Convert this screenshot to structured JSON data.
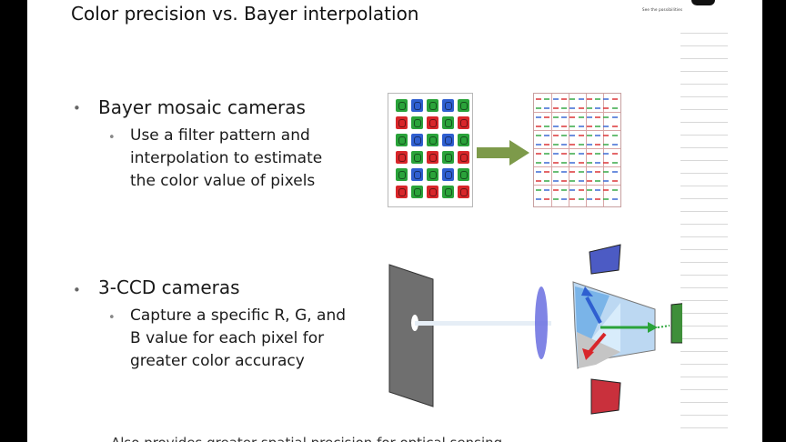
{
  "slide": {
    "title": "Color precision vs. Bayer interpolation",
    "logo_tagline": "See the possibilities",
    "bullets": [
      {
        "heading": "Bayer mosaic cameras",
        "sub": [
          "Use a filter pattern and",
          "interpolation to estimate",
          "the color value of pixels"
        ]
      },
      {
        "heading": "3-CCD cameras",
        "sub": [
          "Capture a specific R, G, and",
          "B value for each pixel for",
          "greater color accuracy"
        ]
      }
    ],
    "footer_line": "Also provides greater spatial precision for optical sensing"
  },
  "bayer_pattern": [
    [
      "G",
      "B",
      "G",
      "B",
      "G"
    ],
    [
      "R",
      "G",
      "R",
      "G",
      "R"
    ],
    [
      "G",
      "B",
      "G",
      "B",
      "G"
    ],
    [
      "R",
      "G",
      "R",
      "G",
      "R"
    ],
    [
      "G",
      "B",
      "G",
      "B",
      "G"
    ],
    [
      "R",
      "G",
      "R",
      "G",
      "R"
    ]
  ],
  "colors": {
    "R": "#d8262a",
    "G": "#2aa33a",
    "B": "#2f5fd0",
    "arrow": "#7d9a4a",
    "prism": "#7ab4e8",
    "ccd_blue": "#4c5bc4",
    "ccd_green": "#3f8f3a",
    "ccd_red": "#c9303c",
    "lens": "#6a6fe0"
  },
  "icons": {
    "mosaic": "bayer-mosaic-icon",
    "interpolated": "interpolated-grid-icon",
    "optics": "three-ccd-prism-icon"
  }
}
